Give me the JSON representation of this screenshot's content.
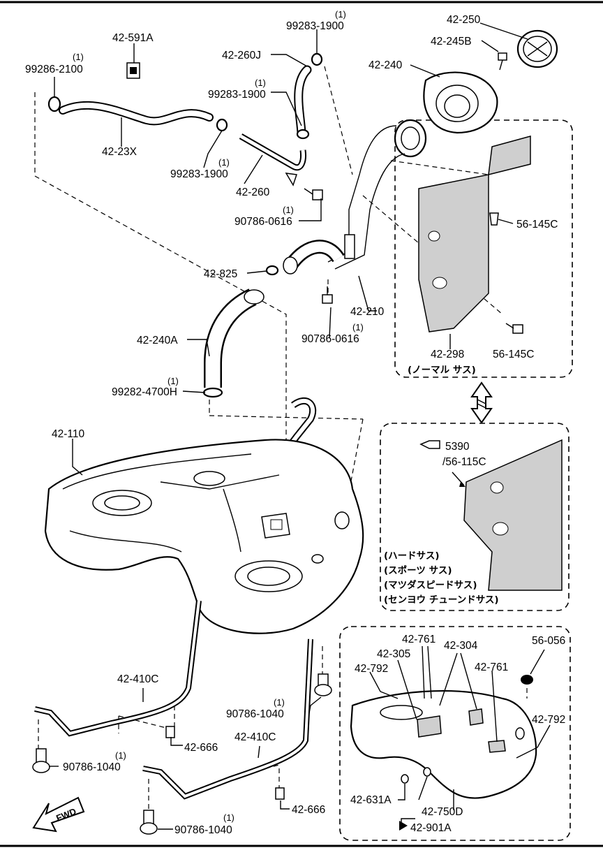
{
  "labels": {
    "p42_250": "42-250",
    "p42_245B": "42-245B",
    "p42_240": "42-240",
    "p42_591A": "42-591A",
    "qty_99286": "(1)",
    "p99286_2100": "99286-2100",
    "p42_23X": "42-23X",
    "qty_99283_top": "(1)",
    "p99283_1900_top": "99283-1900",
    "p42_260J": "42-260J",
    "qty_99283_mid": "(1)",
    "p99283_1900_mid": "99283-1900",
    "qty_99283_low": "(1)",
    "p99283_1900_low": "99283-1900",
    "p42_260": "42-260",
    "qty_90786_0616_a": "(1)",
    "p90786_0616_a": "90786-0616",
    "p56_145C_a": "56-145C",
    "p42_825": "42-825",
    "p42_210": "42-210",
    "qty_90786_0616_b": "(1)",
    "p90786_0616_b": "90786-0616",
    "p42_240A": "42-240A",
    "p42_298": "42-298",
    "p56_145C_b": "56-145C",
    "normal_sus": "(ノーマル サス)",
    "qty_99282": "(1)",
    "p99282_4700H": "99282-4700H",
    "p42_110": "42-110",
    "ref_5390": "5390",
    "p56_115C": "/56-115C",
    "hard_sus": "(ハードサス)",
    "sports_sus": "(スポーツ サス)",
    "mazda_speed_sus": "(マツダスピードサス)",
    "tuned_sus": "(センヨウ チューンドサス)",
    "p42_410C_a": "42-410C",
    "qty_90786_1040_a": "(1)",
    "p90786_1040_a": "90786-1040",
    "p42_666_a": "42-666",
    "p42_410C_b": "42-410C",
    "qty_90786_1040_b": "(1)",
    "p90786_1040_b": "90786-1040",
    "p42_666_b": "42-666",
    "qty_90786_1040_c": "(1)",
    "p90786_1040_c": "90786-1040",
    "fwd": "FWD",
    "p42_761_a": "42-761",
    "p42_304": "42-304",
    "p42_305": "42-305",
    "p56_056": "56-056",
    "p42_792_a": "42-792",
    "p42_761_b": "42-761",
    "p42_792_b": "42-792",
    "p42_631A": "42-631A",
    "p42_750D": "42-750D",
    "p42_901A": "42-901A"
  }
}
